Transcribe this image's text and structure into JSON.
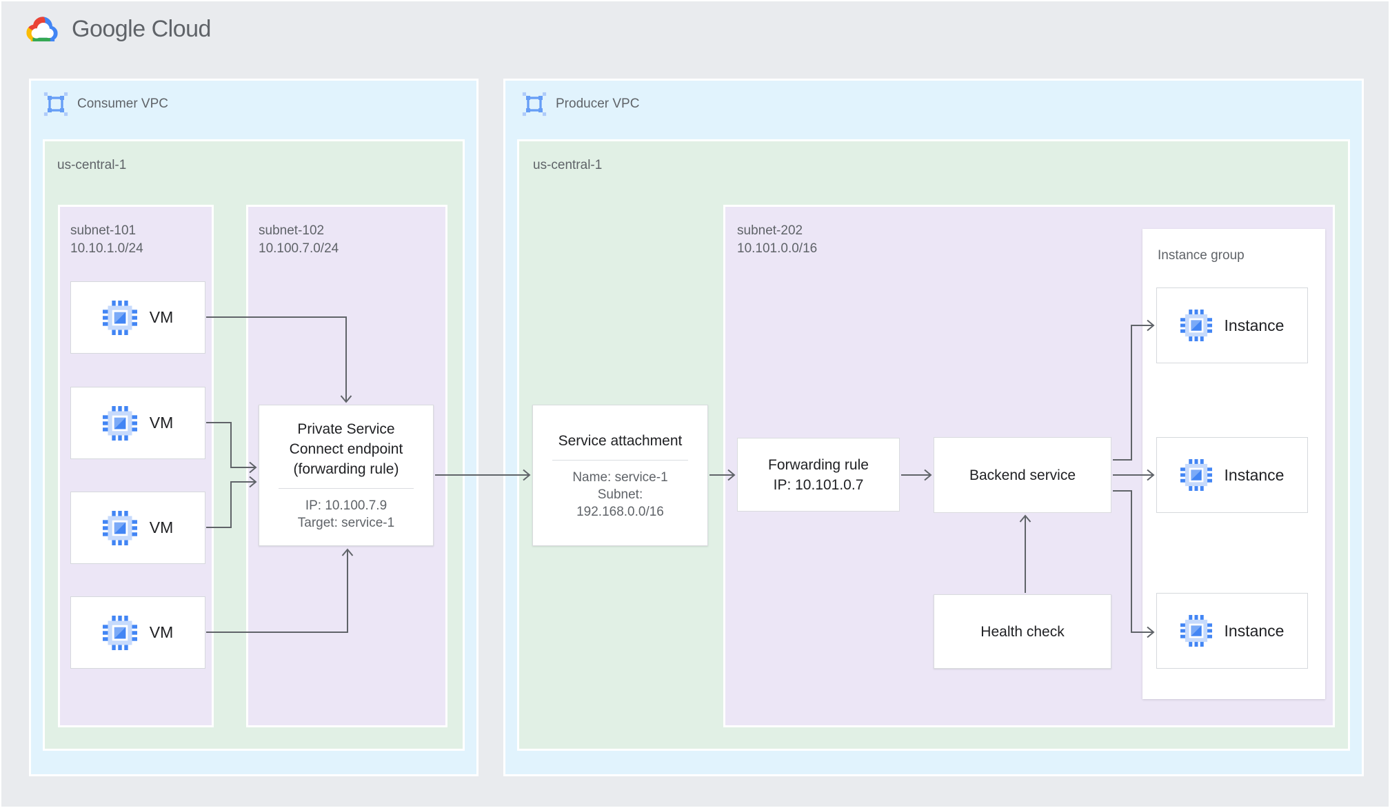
{
  "header": {
    "logo_google": "Google",
    "logo_cloud": "Cloud"
  },
  "consumer_vpc": {
    "label": "Consumer VPC",
    "region_label": "us-central-1",
    "subnet_101": {
      "name": "subnet-101",
      "cidr": "10.10.1.0/24",
      "vms": [
        "VM",
        "VM",
        "VM",
        "VM"
      ]
    },
    "subnet_102": {
      "name": "subnet-102",
      "cidr": "10.100.7.0/24",
      "psc_endpoint": {
        "title_lines": [
          "Private Service",
          "Connect endpoint",
          "(forwarding rule)"
        ],
        "details": [
          "IP: 10.100.7.9",
          "Target: service-1"
        ]
      }
    }
  },
  "producer_vpc": {
    "label": "Producer VPC",
    "region_label": "us-central-1",
    "service_attachment": {
      "title": "Service attachment",
      "details": [
        "Name: service-1",
        "Subnet:",
        "192.168.0.0/16"
      ]
    },
    "subnet_202": {
      "name": "subnet-202",
      "cidr": "10.101.0.0/16",
      "forwarding_rule": {
        "lines": [
          "Forwarding rule",
          "IP: 10.101.0.7"
        ]
      },
      "backend_service": {
        "title": "Backend service"
      },
      "health_check": {
        "title": "Health check"
      },
      "instance_group": {
        "label": "Instance group",
        "instances": [
          "Instance",
          "Instance",
          "Instance"
        ]
      }
    }
  },
  "colors": {
    "canvas_bg": "#E9EBEE",
    "vpc_bg": "#E1F3FD",
    "region_bg": "#E1F0E5",
    "subnet_bg": "#ECE6F6",
    "node_border": "#D9DBDE",
    "arrow": "#5F6368",
    "text_primary": "#202124",
    "text_secondary": "#5F6368",
    "google_blue": "#4285F4",
    "google_red": "#EA4335",
    "google_yellow": "#FBBC05",
    "google_green": "#34A853"
  }
}
